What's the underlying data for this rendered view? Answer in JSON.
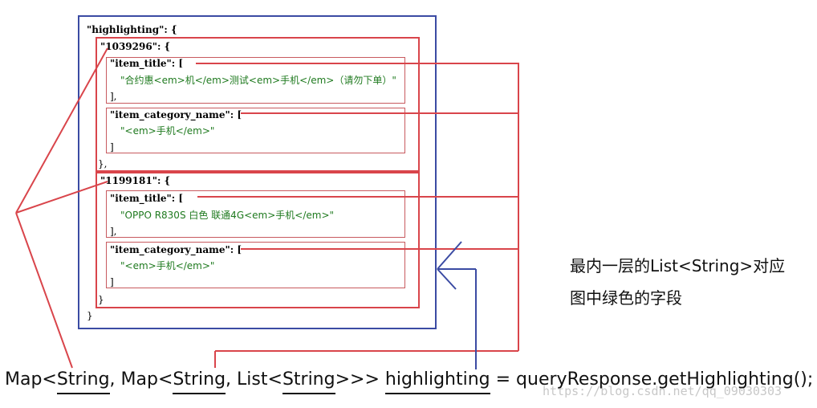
{
  "colors": {
    "outer_box": "#3b4ba3",
    "red": "#d9454b",
    "green_string": "#1f7a1f"
  },
  "json": {
    "root_open": "\"highlighting\": {",
    "docs": [
      {
        "id_line": "\"1039296\": {",
        "fields": [
          {
            "key_line": "\"item_title\": [",
            "value": "\"合约惠<em>机</em>测试<em>手机</em>（请勿下单）\"",
            "close": "],"
          },
          {
            "key_line": "\"item_category_name\": [",
            "value": "\"<em>手机</em>\"",
            "close": "]"
          }
        ],
        "close": "},"
      },
      {
        "id_line": "\"1199181\": {",
        "fields": [
          {
            "key_line": "\"item_title\": [",
            "value": "\"OPPO R830S 白色 联通4G<em>手机</em>\"",
            "close": "],"
          },
          {
            "key_line": "\"item_category_name\": [",
            "value": "\"<em>手机</em>\"",
            "close": "]"
          }
        ],
        "close": "}"
      }
    ],
    "root_close": "}"
  },
  "annotation": {
    "line1": "最内一层的List<String>对应",
    "line2": "图中绿色的字段"
  },
  "formula": {
    "p1": "Map<",
    "p2": "String",
    "p3": ", Map<",
    "p4": "String",
    "p5": ", List<",
    "p6": "String",
    "p7": ">>> ",
    "p8": "highlighting",
    "p9": " = queryResponse.getHighlighting();"
  },
  "watermark": "https://blog.csdn.net/qq_09030303"
}
